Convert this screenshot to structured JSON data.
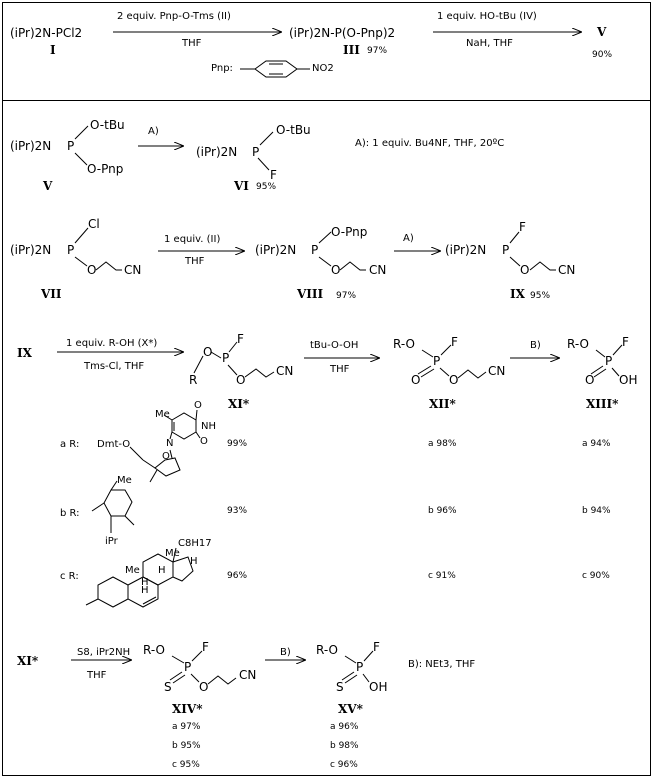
{
  "r1": {
    "I_formula": "(iPr)2N-PCl2",
    "I_label": "I",
    "step1_above": "2 equiv. Pnp-O-Tms (II)",
    "step1_below": "THF",
    "III_formula": "(iPr)2N-P(O-Pnp)2",
    "III_label": "III",
    "III_yield": "97%",
    "step2_above": "1 equiv.  HO-tBu (IV)",
    "step2_below": "NaH, THF",
    "V_label": "V",
    "V_yield": "90%",
    "pnp_def": "Pnp:",
    "pnp_group": "NO2"
  },
  "r2": {
    "V_amine": "(iPr)2N",
    "V_P": "P",
    "V_OtBu": "O-tBu",
    "V_OPnp": "O-Pnp",
    "V_label": "V",
    "arrow": "A)",
    "VI_amine": "(iPr)2N",
    "VI_P": "P",
    "VI_OtBu": "O-tBu",
    "VI_F": "F",
    "VI_label": "VI",
    "VI_yield": "95%",
    "cond_A": "A): 1 equiv. Bu4NF, THF, 20ºC"
  },
  "r3": {
    "VII_amine": "(iPr)2N",
    "VII_P": "P",
    "VII_Cl": "Cl",
    "VII_O": "O",
    "VII_CN": "CN",
    "VII_label": "VII",
    "step_above": "1 equiv. (II)",
    "step_below": "THF",
    "VIII_amine": "(iPr)2N",
    "VIII_P": "P",
    "VIII_OPnp": "O-Pnp",
    "VIII_O": "O",
    "VIII_CN": "CN",
    "VIII_label": "VIII",
    "VIII_yield": "97%",
    "arrow": "A)",
    "IX_amine": "(iPr)2N",
    "IX_P": "P",
    "IX_F": "F",
    "IX_O": "O",
    "IX_CN": "CN",
    "IX_label": "IX",
    "IX_yield": "95%"
  },
  "r4": {
    "IX_label": "IX",
    "step1_above": "1 equiv.  R-OH (X*)",
    "step1_below": "Tms-Cl, THF",
    "XI_O1": "O",
    "XI_P": "P",
    "XI_F": "F",
    "XI_R": "R",
    "XI_O2": "O",
    "XI_CN": "CN",
    "XI_label": "XI*",
    "step2_above": "tBu-O-OH",
    "step2_below": "THF",
    "XII_R": "R-O",
    "XII_P": "P",
    "XII_F": "F",
    "XII_O": "O",
    "XII_O2": "O",
    "XII_CN": "CN",
    "XII_label": "XII*",
    "arrow": "B)",
    "XIII_R": "R-O",
    "XIII_P": "P",
    "XIII_F": "F",
    "XIII_O": "O",
    "XIII_OH": "OH",
    "XIII_label": "XIII*",
    "a_R": "a R:",
    "dmt": "Dmt-O",
    "me": "Me",
    "nh": "NH",
    "o": "O",
    "n": "N",
    "a_XI": "99%",
    "a_XII": "a  98%",
    "a_XIII": "a  94%",
    "b_R": "b R:",
    "me2": "Me",
    "ipr": "iPr",
    "b_XI": "93%",
    "b_XII": "b  96%",
    "b_XIII": "b  94%",
    "c_R": "c R:",
    "c8h17": "C8H17",
    "me3": "Me",
    "me4": "Me",
    "h1": "H",
    "h2": "H",
    "h3": "H",
    "h4": "H",
    "c_XI": "96%",
    "c_XII": "c  91%",
    "c_XIII": "c  90%"
  },
  "r5": {
    "XI_label": "XI*",
    "step1_above": "S8, iPr2NH",
    "step1_below": "THF",
    "XIV_R": "R-O",
    "XIV_P": "P",
    "XIV_F": "F",
    "XIV_S": "S",
    "XIV_O": "O",
    "XIV_CN": "CN",
    "XIV_label": "XIV*",
    "XIV_a": "a  97%",
    "XIV_b": "b  95%",
    "XIV_c": "c  95%",
    "arrow": "B)",
    "XV_R": "R-O",
    "XV_P": "P",
    "XV_F": "F",
    "XV_S": "S",
    "XV_OH": "OH",
    "XV_label": "XV*",
    "XV_a": "a  96%",
    "XV_b": "b  98%",
    "XV_c": "c  96%",
    "cond_B": "B): NEt3, THF"
  }
}
